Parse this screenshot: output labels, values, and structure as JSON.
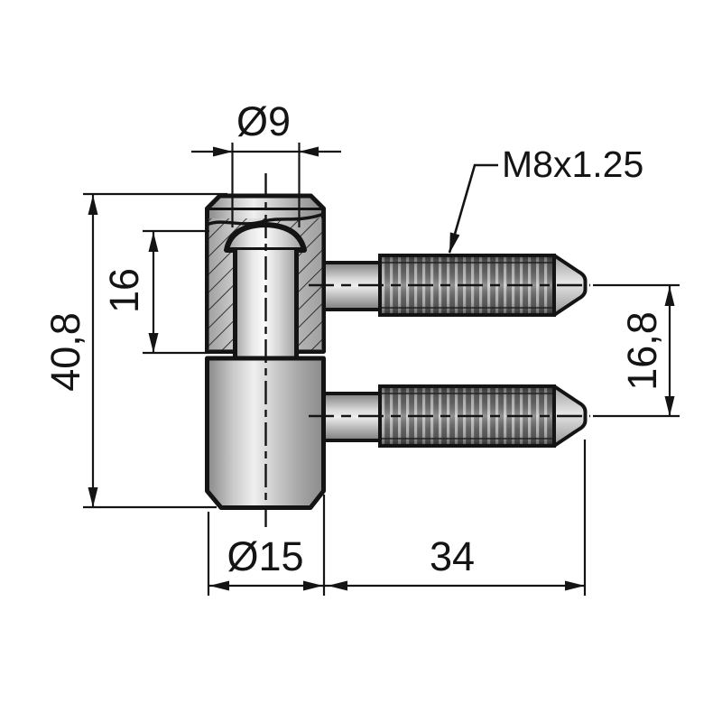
{
  "drawing": {
    "kind": "hinge technical drawing",
    "dimensions": {
      "pin_diameter": "Ø9",
      "thread_spec": "M8x1.25",
      "pin_length": "16",
      "total_height": "40,8",
      "stud_center_distance": "16,8",
      "body_diameter": "Ø15",
      "stud_length": "34"
    },
    "colors": {
      "line": "#141414",
      "background": "#ffffff",
      "metal_light": "#efefef",
      "metal_mid": "#b5b5b5",
      "metal_dark": "#808080"
    }
  }
}
